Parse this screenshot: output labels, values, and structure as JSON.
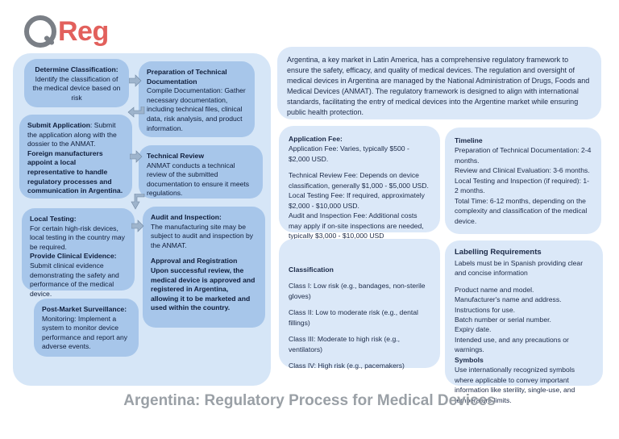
{
  "logo": {
    "letter": "Q",
    "text": "Reg"
  },
  "process": {
    "determine": {
      "title": "Determine Classification:",
      "body": "Identify the classification of the medical device based on risk"
    },
    "prep": {
      "title": "Preparation of Technical Documentation",
      "body": "Compile Documentation: Gather necessary documentation, including technical files, clinical data, risk analysis, and product information."
    },
    "submit": {
      "title": "Submit Application",
      "body": ": Submit the application along with the dossier to the ANMAT.",
      "emph": "Foreign manufacturers appoint a local representative to handle regulatory processes and communication in Argentina."
    },
    "review": {
      "title": "Technical Review",
      "body": "ANMAT conducts a technical review of the submitted documentation to ensure it meets regulations."
    },
    "local": {
      "title": "Local Testing:",
      "body": "For certain high-risk devices, local testing in the country may be required.",
      "title2": "Provide Clinical Evidence:",
      "body2": " Submit clinical evidence demonstrating the safety and performance of the medical device."
    },
    "audit": {
      "title": "Audit and Inspection:",
      "body": "The manufacturing site may be subject to audit and inspection by the ANMAT.",
      "title2": "Approval and Registration",
      "emph": "Upon successful review, the medical device is approved and registered in Argentina, allowing it to be marketed and used within the country."
    },
    "post": {
      "title": "Post-Market Surveillance:",
      "body": "Monitoring: Implement a system to monitor device performance and report any adverse events."
    }
  },
  "intro": "Argentina, a key market in Latin America, has a comprehensive regulatory framework to ensure the safety, efficacy, and quality of medical devices. The regulation and oversight of medical devices in Argentina are managed by the National Administration of Drugs, Foods and Medical Devices (ANMAT). The regulatory framework is designed to align with international standards, facilitating the entry of medical devices into the Argentine market while ensuring public health protection.",
  "fees": {
    "title": "Application Fee:",
    "items": [
      "Application Fee: Varies, typically $500 - $2,000 USD.",
      "Technical Review Fee: Depends on device classification, generally $1,000 - $5,000 USD.",
      "Local Testing Fee: If required, approximately $2,000 - $10,000 USD.",
      "Audit and Inspection Fee: Additional costs may apply if on-site inspections are needed, typically $3,000 - $10,000 USD"
    ]
  },
  "timeline": {
    "title": "Timeline",
    "items": [
      "Preparation of Technical Documentation: 2-4 months.",
      "Review and Clinical Evaluation: 3-6 months.",
      "Local Testing and Inspection (if required): 1-2 months.",
      "Total Time: 6-12 months, depending on the complexity and classification of the medical device."
    ]
  },
  "classification": {
    "title": "Classification",
    "items": [
      "Class I: Low risk (e.g., bandages, non-sterile gloves)",
      "Class II: Low to moderate risk (e.g., dental fillings)",
      "Class III: Moderate to high risk (e.g., ventilators)",
      "Class IV: High risk (e.g., pacemakers)"
    ]
  },
  "labelling": {
    "title": "Labelling Requirements",
    "intro": "Labels must be in Spanish providing clear and concise information",
    "items": [
      "Product name and model.",
      "Manufacturer's name and address.",
      "Instructions for use.",
      "Batch number or serial number.",
      "Expiry date.",
      "Intended use, and any precautions or warnings."
    ],
    "symbols_title": "Symbols",
    "symbols_body": "Use internationally recognized symbols where applicable to convey important information like sterility, single-use, and temperature limits."
  },
  "footer": "Argentina: Regulatory Process for Medical Devices",
  "colors": {
    "panel": "#d6e6f7",
    "box": "#a7c6ea",
    "logo_q": "#7a7f86",
    "logo_reg": "#e2605c"
  }
}
